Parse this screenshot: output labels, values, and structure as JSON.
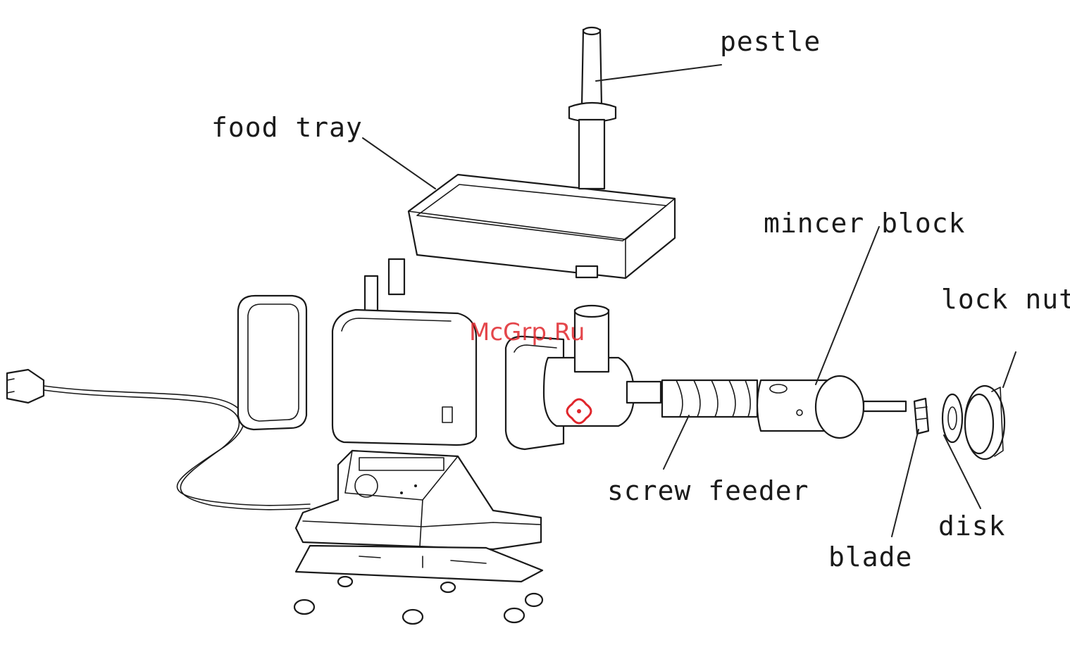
{
  "labels": {
    "pestle": "pestle",
    "food_tray": "food tray",
    "mincer_block": "mincer block",
    "lock_nut": "lock nut",
    "screw_feeder": "screw feeder",
    "disk": "disk",
    "blade": "blade"
  },
  "watermark": "McGrp.Ru",
  "colors": {
    "line": "#1a1a1a",
    "background": "#ffffff",
    "watermark": "#e0262c"
  }
}
